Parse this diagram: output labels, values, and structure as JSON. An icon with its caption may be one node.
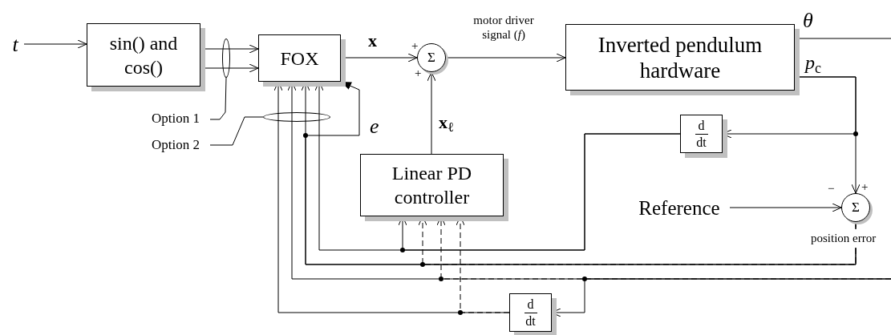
{
  "diagram": {
    "nodes": [
      {
        "text": [
          "t"
        ]
      },
      {
        "text": [
          "sin() and cos()"
        ]
      },
      {
        "text": [
          "FOX"
        ]
      },
      {
        "text": [
          "Σ"
        ]
      },
      {
        "text": [
          "Inverted pendulum hardware"
        ]
      },
      {
        "text": [
          "d",
          "dt"
        ]
      },
      {
        "text": [
          "Option 1"
        ]
      },
      {
        "text": [],
        "shape": "ellipse"
      },
      {
        "text": [
          "Option 2"
        ]
      },
      {
        "text": [],
        "shape": "ellipse"
      },
      {
        "text": [
          "Linear PD controller"
        ]
      },
      {
        "text": [
          "Reference"
        ]
      },
      {
        "text": [
          "Σ"
        ]
      },
      {
        "text": [
          "d",
          "dt"
        ]
      }
    ],
    "edges": [
      {
        "from": 0,
        "to": 1,
        "arrow": "to"
      },
      {
        "from": 1,
        "to": 2,
        "arrow": "to"
      },
      {
        "from": 1,
        "to": 2,
        "arrow": "to"
      },
      {
        "from": 6,
        "to": 7,
        "arrow": "none"
      },
      {
        "from": 8,
        "to": 9,
        "arrow": "none"
      },
      {
        "from": 2,
        "to": 3,
        "arrow": "to",
        "label": "x"
      },
      {
        "from": 3,
        "to": 4,
        "arrow": "to",
        "label": "motor driver signal (*f*)"
      },
      {
        "from": 10,
        "to": 3,
        "arrow": "to",
        "label": "**x**$_{ℓ}$"
      },
      {
        "from": 4,
        "to": null,
        "arrow": "none",
        "label": "θ"
      },
      {
        "from": 4,
        "to": 12,
        "arrow": "to"
      },
      {
        "from": 4,
        "to": 5,
        "arrow": "to"
      },
      {
        "from": 5,
        "to": 2,
        "arrow": "to"
      },
      {
        "from": 5,
        "to": 10,
        "arrow": "to"
      },
      {
        "from": 11,
        "to": 12,
        "arrow": "to"
      },
      {
        "from": 12,
        "to": 2,
        "arrow": "to",
        "label": "position error"
      },
      {
        "from": 12,
        "to": 10,
        "arrow": "to",
        "style": "dashed"
      },
      {
        "from": 12,
        "to": 2,
        "arrow": "to",
        "label": "e"
      },
      {
        "from": null,
        "to": 2,
        "arrow": "to"
      },
      {
        "from": null,
        "to": 10,
        "arrow": "to",
        "style": "dashed"
      },
      {
        "from": null,
        "to": 13,
        "arrow": "to"
      },
      {
        "from": 13,
        "to": 2,
        "arrow": "to"
      },
      {
        "from": 13,
        "to": 10,
        "arrow": "to",
        "style": "dashed"
      }
    ],
    "labels": [
      "*p*$_{c}$",
      "+",
      "+",
      "−",
      "+"
    ]
  }
}
